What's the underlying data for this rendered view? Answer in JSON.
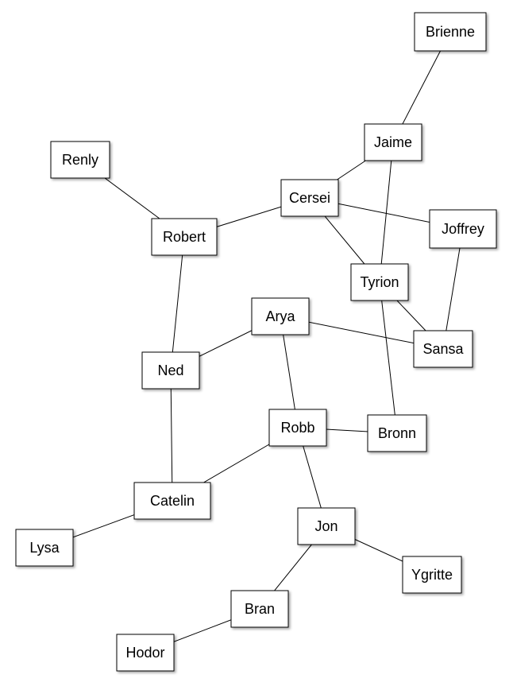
{
  "graph": {
    "nodes": [
      {
        "id": "brienne",
        "label": "Brienne"
      },
      {
        "id": "jaime",
        "label": "Jaime"
      },
      {
        "id": "renly",
        "label": "Renly"
      },
      {
        "id": "cersei",
        "label": "Cersei"
      },
      {
        "id": "joffrey",
        "label": "Joffrey"
      },
      {
        "id": "robert",
        "label": "Robert"
      },
      {
        "id": "tyrion",
        "label": "Tyrion"
      },
      {
        "id": "arya",
        "label": "Arya"
      },
      {
        "id": "sansa",
        "label": "Sansa"
      },
      {
        "id": "ned",
        "label": "Ned"
      },
      {
        "id": "robb",
        "label": "Robb"
      },
      {
        "id": "bronn",
        "label": "Bronn"
      },
      {
        "id": "catelin",
        "label": "Catelin"
      },
      {
        "id": "jon",
        "label": "Jon"
      },
      {
        "id": "lysa",
        "label": "Lysa"
      },
      {
        "id": "ygritte",
        "label": "Ygritte"
      },
      {
        "id": "bran",
        "label": "Bran"
      },
      {
        "id": "hodor",
        "label": "Hodor"
      }
    ],
    "edges": [
      {
        "from": "brienne",
        "to": "jaime"
      },
      {
        "from": "jaime",
        "to": "cersei"
      },
      {
        "from": "jaime",
        "to": "tyrion"
      },
      {
        "from": "renly",
        "to": "robert"
      },
      {
        "from": "robert",
        "to": "cersei"
      },
      {
        "from": "cersei",
        "to": "joffrey"
      },
      {
        "from": "cersei",
        "to": "tyrion"
      },
      {
        "from": "joffrey",
        "to": "sansa"
      },
      {
        "from": "tyrion",
        "to": "sansa"
      },
      {
        "from": "tyrion",
        "to": "bronn"
      },
      {
        "from": "robert",
        "to": "ned"
      },
      {
        "from": "ned",
        "to": "arya"
      },
      {
        "from": "arya",
        "to": "sansa"
      },
      {
        "from": "arya",
        "to": "robb"
      },
      {
        "from": "ned",
        "to": "catelin"
      },
      {
        "from": "robb",
        "to": "bronn"
      },
      {
        "from": "robb",
        "to": "catelin"
      },
      {
        "from": "robb",
        "to": "jon"
      },
      {
        "from": "catelin",
        "to": "lysa"
      },
      {
        "from": "jon",
        "to": "ygritte"
      },
      {
        "from": "jon",
        "to": "bran"
      },
      {
        "from": "bran",
        "to": "hodor"
      }
    ]
  }
}
